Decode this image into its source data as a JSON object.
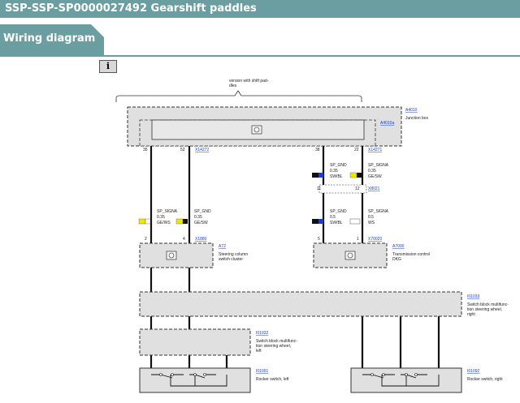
{
  "header": {
    "title": "SSP-SSP-SP0000027492 Gearshift paddles"
  },
  "tab": {
    "label": "Wiring diagram"
  },
  "info_button": {
    "glyph": "i"
  },
  "variant_note": {
    "line1": "version with shift pad-",
    "line2": "dles"
  },
  "components": {
    "a4010": {
      "code": "A4010",
      "name": "Junction box"
    },
    "a4010a": {
      "code": "A4010a"
    },
    "a72": {
      "code": "A72",
      "line1": "Steering column",
      "line2": "switch cluster"
    },
    "a7000": {
      "code": "A7000",
      "line1": "Transmission control",
      "line2": "DKG"
    },
    "i01033": {
      "code": "I01033",
      "line1": "Switch block multifunc-",
      "line2": "tion steering wheel,",
      "line3": "right"
    },
    "i01032": {
      "code": "I01032",
      "line1": "Switch block multifunc-",
      "line2": "tion steering wheel,",
      "line3": "left"
    },
    "i01091": {
      "code": "I01091",
      "name": "Rocker switch, left"
    },
    "i01092": {
      "code": "I01092",
      "name": "Rocker switch, right"
    }
  },
  "connectors": {
    "x14272": "X14272",
    "x14271": "X14271",
    "x8021": "X8021",
    "x1880": "X1880",
    "x70020": "X70020"
  },
  "pins": {
    "p35": "35",
    "p52": "52",
    "p38": "38",
    "p22": "22",
    "p11": "11",
    "p12": "12",
    "p2": "2",
    "p4": "4",
    "p5": "5",
    "p1": "1"
  },
  "wires": {
    "upper_right_gnd": {
      "signal": "SP_GND",
      "size": "0.35",
      "color": "SW/BL"
    },
    "upper_right_sig": {
      "signal": "SP_SIGNA",
      "size": "0.35",
      "color": "GE/SW"
    },
    "left_sig": {
      "signal": "SP_SIGNA",
      "size": "0.35",
      "color": "GE/WS"
    },
    "left_gnd": {
      "signal": "SP_GND",
      "size": "0.35",
      "color": "GE/SW"
    },
    "lower_right_gnd": {
      "signal": "SP_GND",
      "size": "0.5",
      "color": "SW/BL"
    },
    "lower_right_sig": {
      "signal": "SP_SIGNA",
      "size": "0.5",
      "color": "WS"
    }
  },
  "colors": {
    "accent": "#6b9ea0",
    "yellow": "#f2e600",
    "black": "#111111",
    "blue": "#1a3fd0",
    "white": "#ffffff"
  }
}
